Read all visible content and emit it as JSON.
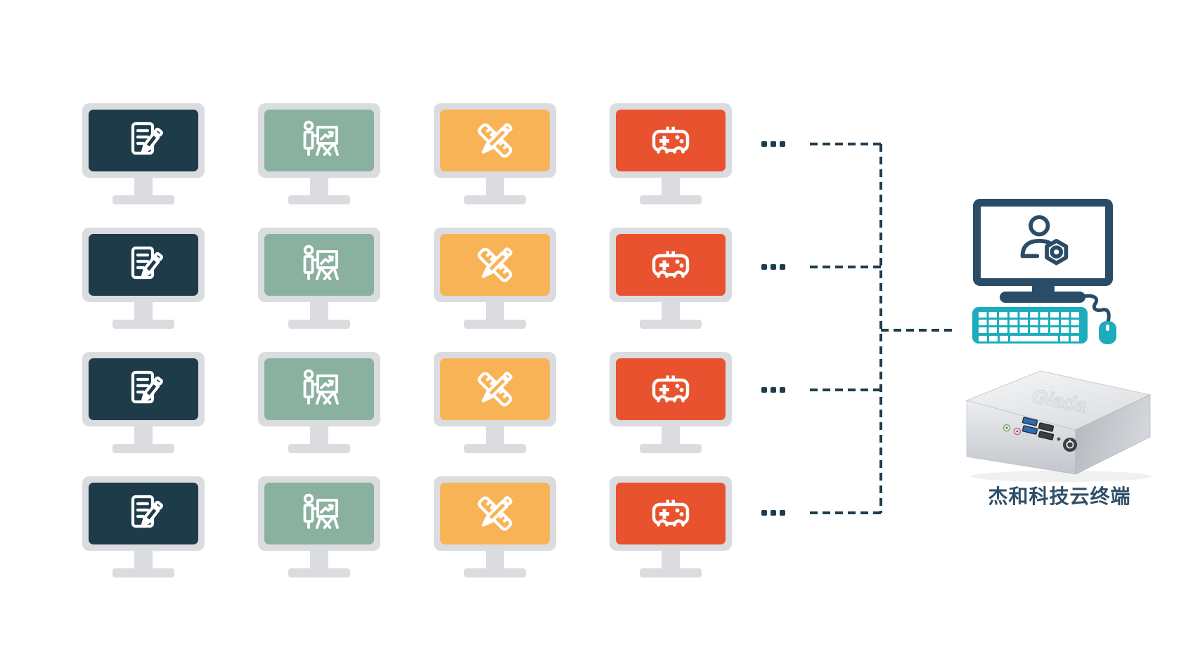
{
  "colors": {
    "background": "#ffffff",
    "bezel": "#dbdcdf",
    "navy": "#1d3b48",
    "green": "#8ab1a0",
    "orange": "#f9b357",
    "red": "#e9522e",
    "teal": "#1cadbc",
    "admin": "#2b4c66",
    "dash": "#1e3c4d",
    "label": "#2e4e68"
  },
  "workstations": {
    "rows": 4,
    "ellipsis": "...",
    "columns": [
      {
        "name": "document-editing",
        "icon": "document-icon",
        "color": "navy"
      },
      {
        "name": "presentation",
        "icon": "presentation-icon",
        "color": "green"
      },
      {
        "name": "design",
        "icon": "design-icon",
        "color": "orange"
      },
      {
        "name": "gaming",
        "icon": "gamepad-icon",
        "color": "red"
      }
    ]
  },
  "server": {
    "label": "杰和科技云终端",
    "device_logo": "Giada"
  }
}
